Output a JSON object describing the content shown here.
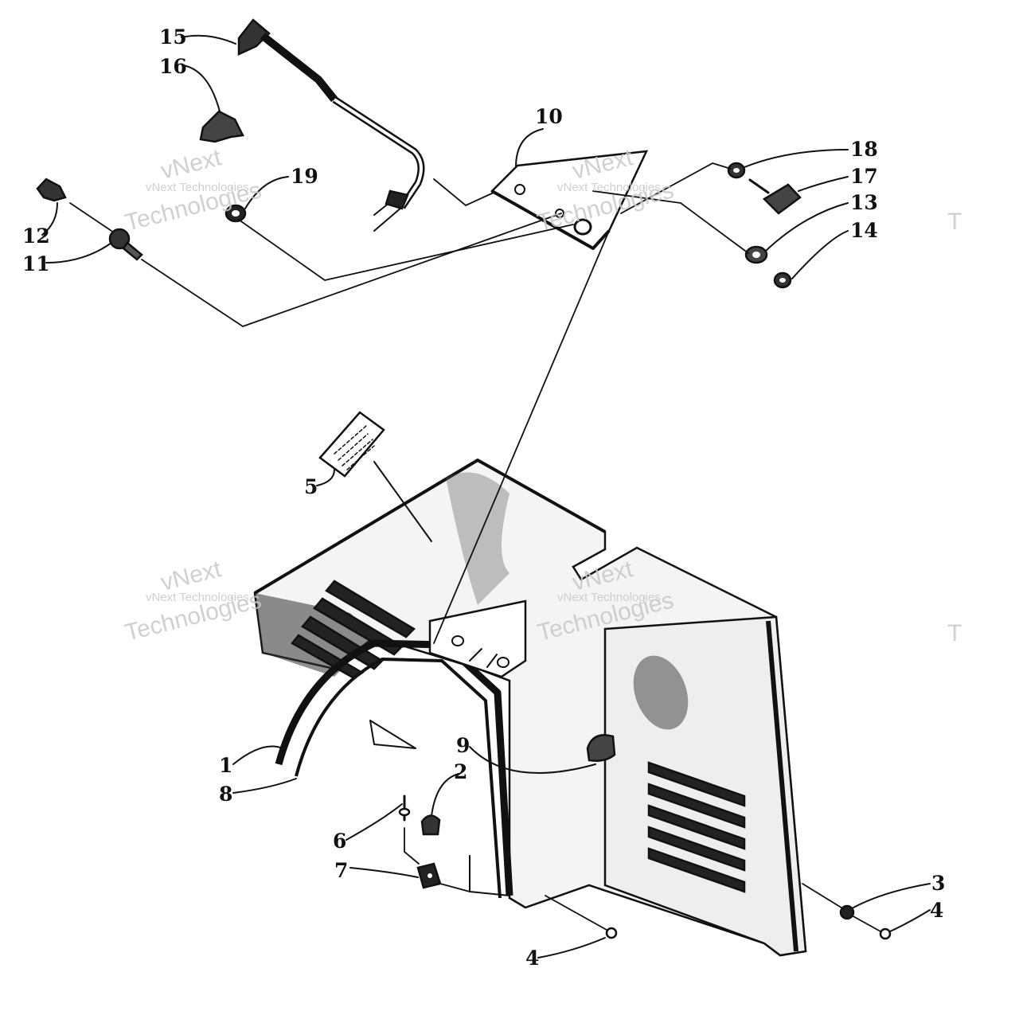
{
  "diagram": {
    "callouts": [
      {
        "id": "c15",
        "label": "15"
      },
      {
        "id": "c16",
        "label": "16"
      },
      {
        "id": "c10",
        "label": "10"
      },
      {
        "id": "c18",
        "label": "18"
      },
      {
        "id": "c17",
        "label": "17"
      },
      {
        "id": "c13",
        "label": "13"
      },
      {
        "id": "c14",
        "label": "14"
      },
      {
        "id": "c19",
        "label": "19"
      },
      {
        "id": "c12",
        "label": "12"
      },
      {
        "id": "c11",
        "label": "11"
      },
      {
        "id": "c5",
        "label": "5"
      },
      {
        "id": "c9",
        "label": "9"
      },
      {
        "id": "c2",
        "label": "2"
      },
      {
        "id": "c1",
        "label": "1"
      },
      {
        "id": "c8",
        "label": "8"
      },
      {
        "id": "c6",
        "label": "6"
      },
      {
        "id": "c7",
        "label": "7"
      },
      {
        "id": "c3",
        "label": "3"
      },
      {
        "id": "c4a",
        "label": "4"
      },
      {
        "id": "c4b",
        "label": "4"
      }
    ],
    "watermark": {
      "brand": "vNext",
      "small": "vNext Technologies",
      "large": "Technologies",
      "edge": "T"
    }
  }
}
